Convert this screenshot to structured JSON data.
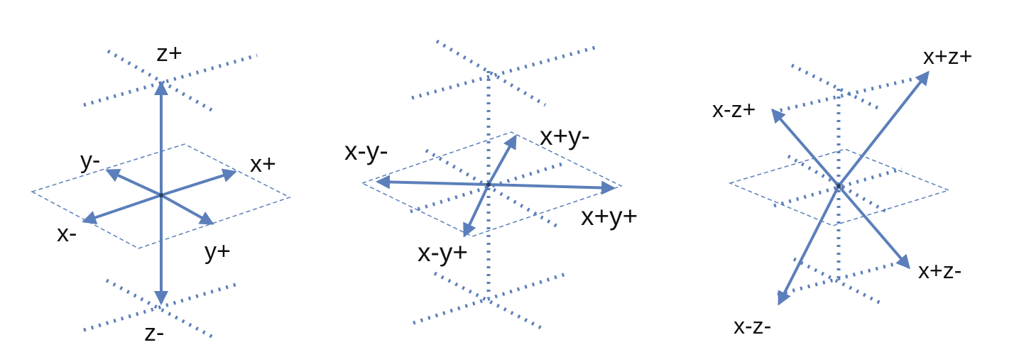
{
  "colors": {
    "line": "#5b7fba",
    "text": "#111111",
    "background": "#ffffff"
  },
  "panels": [
    {
      "id": "panel-1",
      "labels": {
        "z_plus": "z+",
        "z_minus": "z-",
        "y_minus": "y-",
        "y_plus": "y+",
        "x_plus": "x+",
        "x_minus": "x-"
      }
    },
    {
      "id": "panel-2",
      "labels": {
        "x_minus_y_minus": "x-y-",
        "x_plus_y_minus": "x+y-",
        "x_plus_y_plus": "x+y+",
        "x_minus_y_plus": "x-y+"
      }
    },
    {
      "id": "panel-3",
      "labels": {
        "x_plus_z_plus": "x+z+",
        "x_minus_z_plus": "x-z+",
        "x_plus_z_minus": "x+z-",
        "x_minus_z_minus": "x-z-"
      }
    }
  ]
}
